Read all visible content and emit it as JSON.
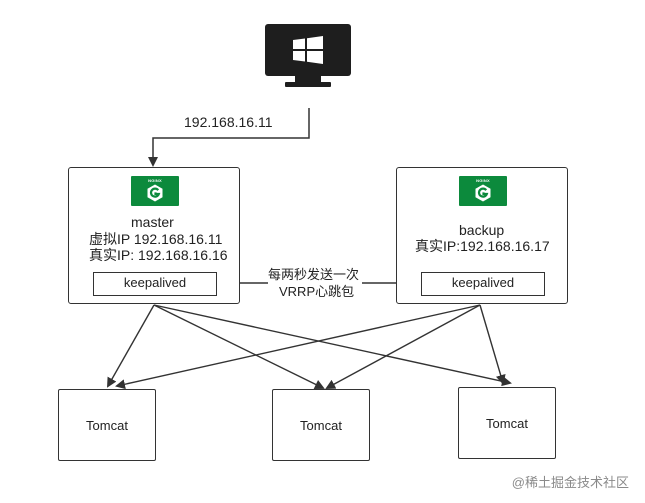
{
  "client": {
    "icon": "windows-computer-icon",
    "ip_label": "192.168.16.11"
  },
  "master": {
    "logo_text": "NGINX",
    "name": "master",
    "vip_line": "虚拟IP 192.168.16.11",
    "real_ip_line": "真实IP: 192.168.16.16",
    "keepalived": "keepalived"
  },
  "backup": {
    "logo_text": "NGINX",
    "name": "backup",
    "real_ip_line": "真实IP:192.168.16.17",
    "keepalived": "keepalived"
  },
  "heartbeat": {
    "line1": "每两秒发送一次",
    "line2": "VRRP心跳包"
  },
  "tomcats": [
    {
      "label": "Tomcat"
    },
    {
      "label": "Tomcat"
    },
    {
      "label": "Tomcat"
    }
  ],
  "watermark": "@稀土掘金技术社区",
  "colors": {
    "nginx_green": "#0c8a3c",
    "monitor_dark": "#1e1e1e",
    "line": "#333333"
  }
}
